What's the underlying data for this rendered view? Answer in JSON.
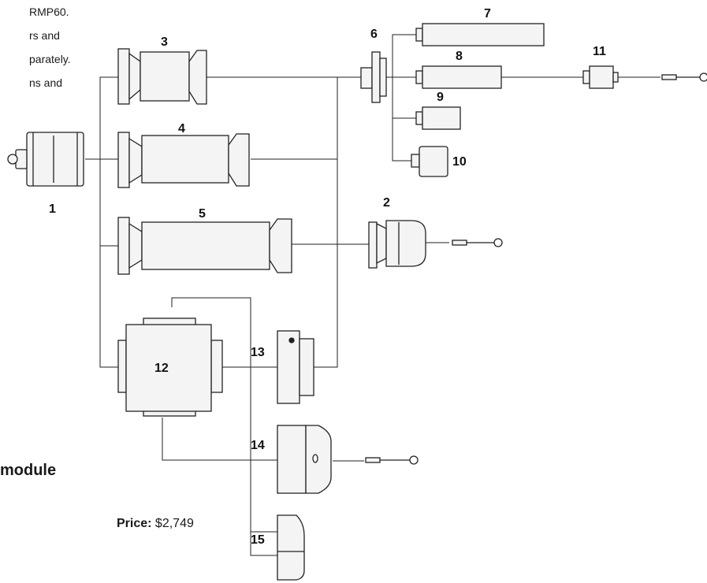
{
  "intro_lines": [
    "RMP60.",
    "rs and",
    "parately.",
    "ns and"
  ],
  "heading": "module",
  "price": {
    "label": "Price:",
    "value": "$2,749"
  },
  "component_numbers": {
    "n1": "1",
    "n2": "2",
    "n3": "3",
    "n4": "4",
    "n5": "5",
    "n6": "6",
    "n7": "7",
    "n8": "8",
    "n9": "9",
    "n10": "10",
    "n11": "11",
    "n12": "12",
    "n13": "13",
    "n14": "14",
    "n15": "15"
  }
}
